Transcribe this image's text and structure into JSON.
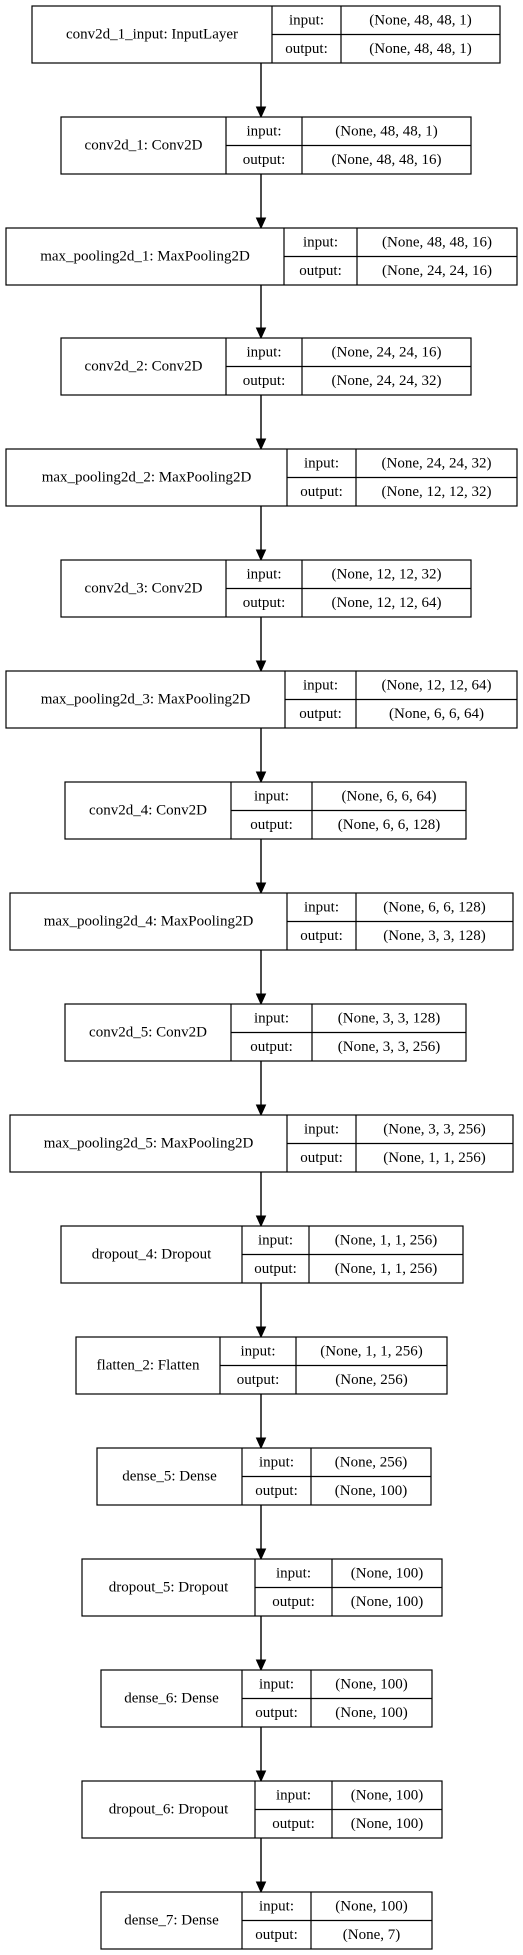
{
  "layers": [
    {
      "name": "conv2d_1_input: InputLayer",
      "input_label": "input:",
      "input": "(None, 48, 48, 1)",
      "output_label": "output:",
      "output": "(None, 48, 48, 1)"
    },
    {
      "name": "conv2d_1: Conv2D",
      "input_label": "input:",
      "input": "(None, 48, 48, 1)",
      "output_label": "output:",
      "output": "(None, 48, 48, 16)"
    },
    {
      "name": "max_pooling2d_1: MaxPooling2D",
      "input_label": "input:",
      "input": "(None, 48, 48, 16)",
      "output_label": "output:",
      "output": "(None, 24, 24, 16)"
    },
    {
      "name": "conv2d_2: Conv2D",
      "input_label": "input:",
      "input": "(None, 24, 24, 16)",
      "output_label": "output:",
      "output": "(None, 24, 24, 32)"
    },
    {
      "name": "max_pooling2d_2: MaxPooling2D",
      "input_label": "input:",
      "input": "(None, 24, 24, 32)",
      "output_label": "output:",
      "output": "(None, 12, 12, 32)"
    },
    {
      "name": "conv2d_3: Conv2D",
      "input_label": "input:",
      "input": "(None, 12, 12, 32)",
      "output_label": "output:",
      "output": "(None, 12, 12, 64)"
    },
    {
      "name": "max_pooling2d_3: MaxPooling2D",
      "input_label": "input:",
      "input": "(None, 12, 12, 64)",
      "output_label": "output:",
      "output": "(None, 6, 6, 64)"
    },
    {
      "name": "conv2d_4: Conv2D",
      "input_label": "input:",
      "input": "(None, 6, 6, 64)",
      "output_label": "output:",
      "output": "(None, 6, 6, 128)"
    },
    {
      "name": "max_pooling2d_4: MaxPooling2D",
      "input_label": "input:",
      "input": "(None, 6, 6, 128)",
      "output_label": "output:",
      "output": "(None, 3, 3, 128)"
    },
    {
      "name": "conv2d_5: Conv2D",
      "input_label": "input:",
      "input": "(None, 3, 3, 128)",
      "output_label": "output:",
      "output": "(None, 3, 3, 256)"
    },
    {
      "name": "max_pooling2d_5: MaxPooling2D",
      "input_label": "input:",
      "input": "(None, 3, 3, 256)",
      "output_label": "output:",
      "output": "(None, 1, 1, 256)"
    },
    {
      "name": "dropout_4: Dropout",
      "input_label": "input:",
      "input": "(None, 1, 1, 256)",
      "output_label": "output:",
      "output": "(None, 1, 1, 256)"
    },
    {
      "name": "flatten_2: Flatten",
      "input_label": "input:",
      "input": "(None, 1, 1, 256)",
      "output_label": "output:",
      "output": "(None, 256)"
    },
    {
      "name": "dense_5: Dense",
      "input_label": "input:",
      "input": "(None, 256)",
      "output_label": "output:",
      "output": "(None, 100)"
    },
    {
      "name": "dropout_5: Dropout",
      "input_label": "input:",
      "input": "(None, 100)",
      "output_label": "output:",
      "output": "(None, 100)"
    },
    {
      "name": "dense_6: Dense",
      "input_label": "input:",
      "input": "(None, 100)",
      "output_label": "output:",
      "output": "(None, 100)"
    },
    {
      "name": "dropout_6: Dropout",
      "input_label": "input:",
      "input": "(None, 100)",
      "output_label": "output:",
      "output": "(None, 100)"
    },
    {
      "name": "dense_7: Dense",
      "input_label": "input:",
      "input": "(None, 100)",
      "output_label": "output:",
      "output": "(None, 7)"
    }
  ]
}
